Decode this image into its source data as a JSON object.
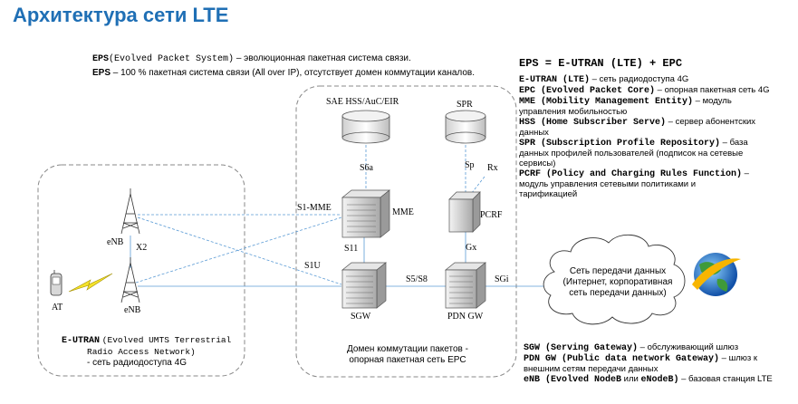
{
  "title": "Архитектура сети LTE",
  "intro": {
    "eps1_key": "EPS",
    "eps1_rest": "(Evolved Packet System)",
    "eps1_desc": " – эволюционная пакетная система связи.",
    "eps2_key": "EPS",
    "eps2_desc": " – 100 % пакетная система связи (All over IP), отсутствует домен коммутации каналов."
  },
  "diagram": {
    "hss_label": "SAE HSS/AuC/EIR",
    "spr_label": "SPR",
    "mme_label": "MME",
    "pcrf_label": "PCRF",
    "sgw_label": "SGW",
    "pdngw_label": "PDN GW",
    "enb_top_label": "eNB",
    "enb_bottom_label": "eNB",
    "at_label": "AT",
    "if_s6a": "S6a",
    "if_sp": "Sp",
    "if_rx": "Rx",
    "if_s1mme": "S1-MME",
    "if_x2": "X2",
    "if_s11": "S11",
    "if_gx": "Gx",
    "if_s1u": "S1U",
    "if_s5s8": "S5/S8",
    "if_sgi": "SGi",
    "cloud_line1": "Сеть передачи данных",
    "cloud_line2": "(Интернет, корпоративная",
    "cloud_line3": "сеть передачи данных)",
    "eutran_key": "E-UTRAN",
    "eutran_line1": "(Evolved UMTS Terrestrial",
    "eutran_line2": "Radio Access Network)",
    "eutran_line3": "- сеть радиодоступа 4G",
    "core_line1": "Домен коммутации пакетов -",
    "core_line2": "опорная пакетная сеть EPC"
  },
  "right_panel": {
    "formula": "EPS = E-UTRAN (LTE) + EPC",
    "items": [
      {
        "key": "E-UTRAN (LTE)",
        "desc": " – сеть радиодоступа 4G"
      },
      {
        "key": "EPC (Evolved Packet Core)",
        "desc": " – опорная пакетная сеть 4G"
      },
      {
        "key": "MME (Mobility Management Entity)",
        "desc": " – модуль"
      },
      {
        "key": "",
        "desc": "управления мобильностью"
      },
      {
        "key": "HSS (Home Subscriber Serve)",
        "desc": " – сервер абонентских"
      },
      {
        "key": "",
        "desc": "данных"
      },
      {
        "key": "SPR (Subscription Profile Repository)",
        "desc": " – база"
      },
      {
        "key": "",
        "desc": "данных профилей пользователей (подписок на сетевые"
      },
      {
        "key": "",
        "desc": "сервисы)"
      },
      {
        "key": "PCRF (Policy and Charging Rules Function)",
        "desc": " –"
      },
      {
        "key": "",
        "desc": "модуль управления сетевыми политиками и"
      },
      {
        "key": "",
        "desc": "тарификацией"
      }
    ]
  },
  "bottom_right": {
    "items": [
      {
        "key": "SGW (Serving Gateway)",
        "desc": " – обслуживающий шлюз"
      },
      {
        "key": "PDN GW (Public data network Gateway)",
        "desc": " – шлюз к"
      },
      {
        "key": "",
        "desc": "внешним сетям передачи данных"
      },
      {
        "key": "eNB (Evolved NodeB",
        "desc": " или ",
        "key2": "eNodeB)",
        "desc2": " – базовая станция LTE"
      }
    ]
  }
}
